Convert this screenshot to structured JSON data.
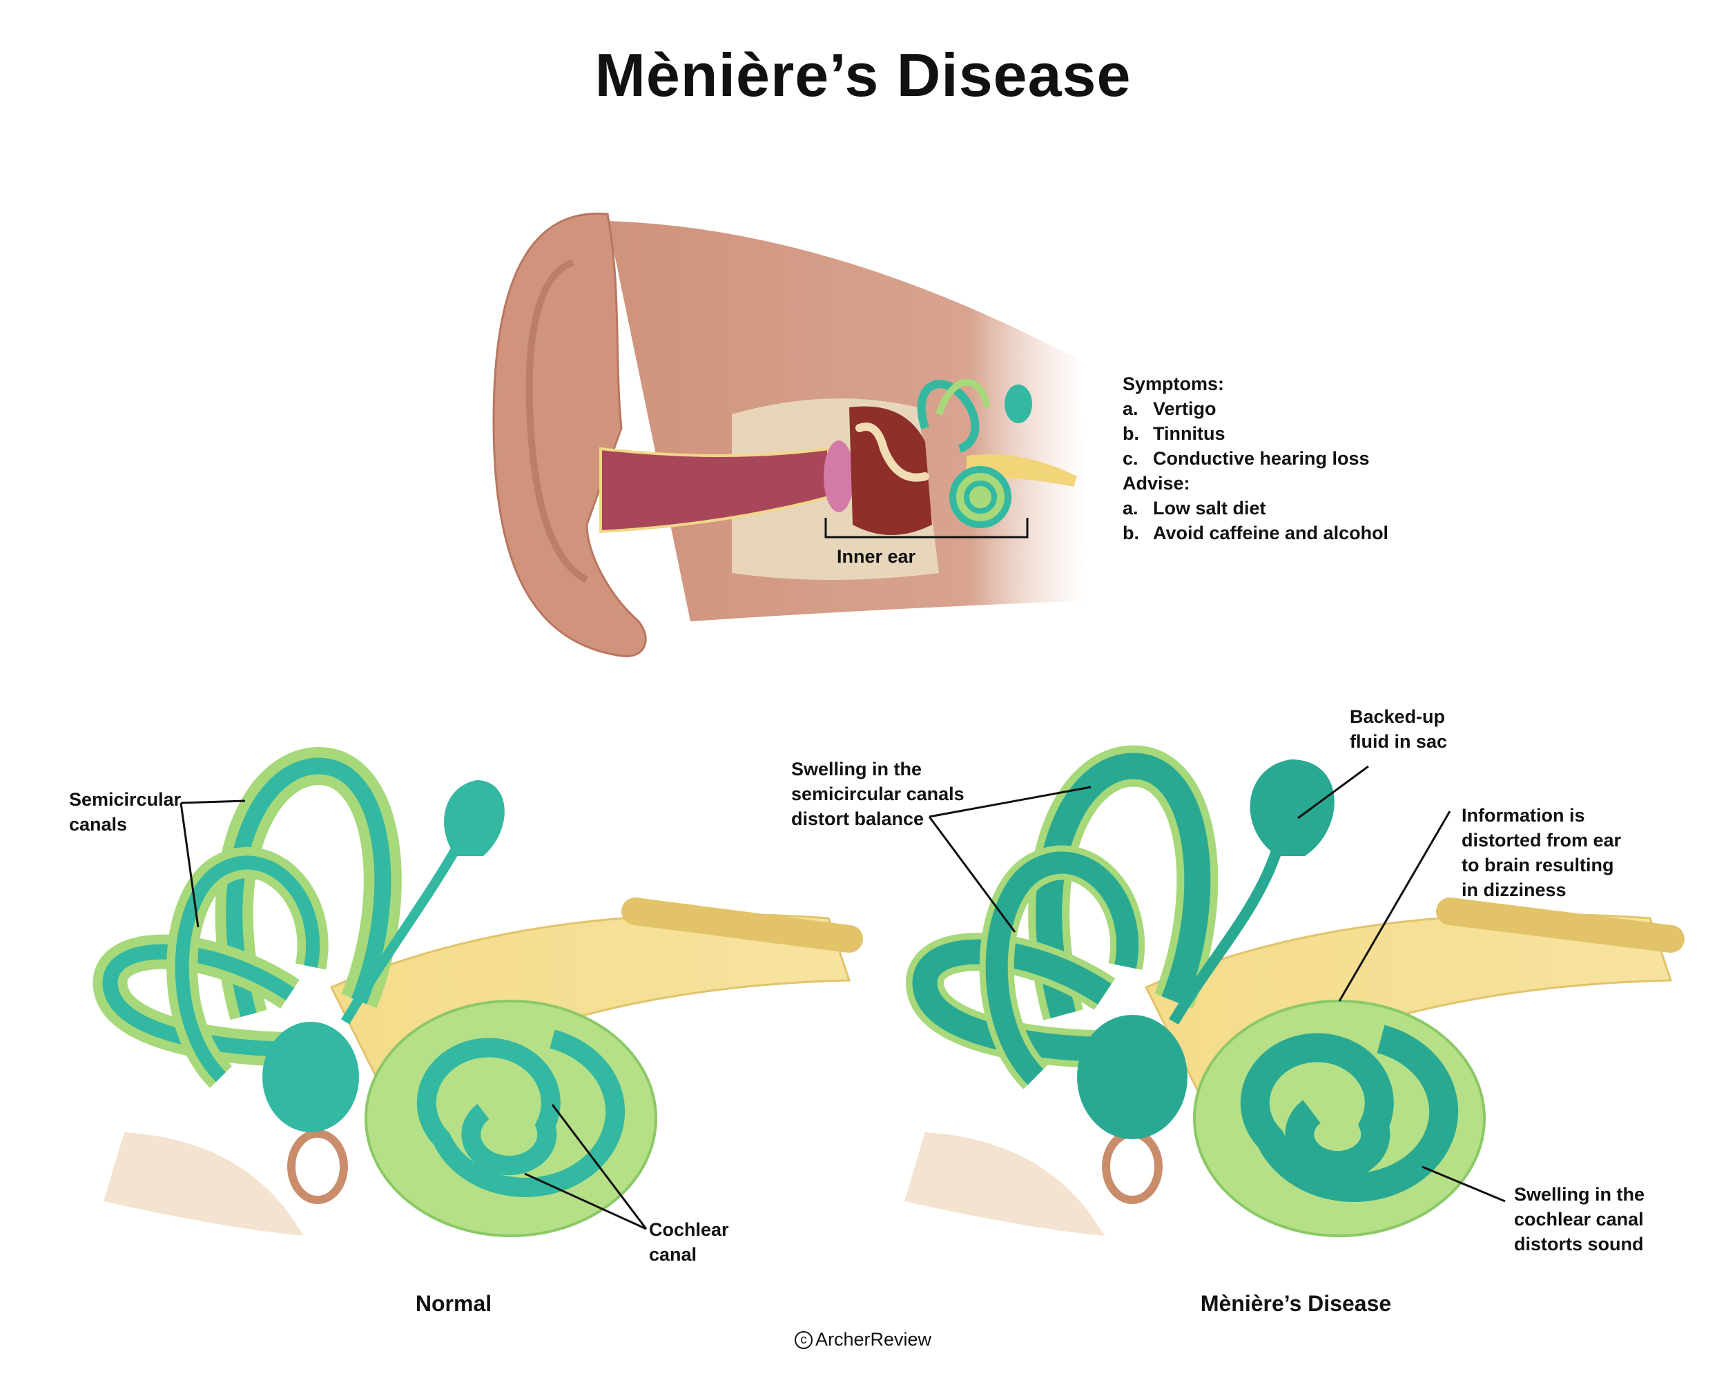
{
  "title": "Mènière’s Disease",
  "ear_label": "Inner ear",
  "notes": {
    "symptoms_heading": "Symptoms:",
    "symptoms": [
      {
        "marker": "a.",
        "text": "Vertigo"
      },
      {
        "marker": "b.",
        "text": "Tinnitus"
      },
      {
        "marker": "c.",
        "text": "Conductive hearing loss"
      }
    ],
    "advise_heading": "Advise:",
    "advise": [
      {
        "marker": "a.",
        "text": "Low salt diet"
      },
      {
        "marker": "b.",
        "text": "Avoid caffeine and alcohol"
      }
    ]
  },
  "normal": {
    "caption": "Normal",
    "semicircular_label": [
      "Semicircular",
      "canals"
    ],
    "cochlear_label": [
      "Cochlear",
      "canal"
    ]
  },
  "disease": {
    "caption": "Mènière’s Disease",
    "swelling_canals_label": [
      "Swelling in the",
      "semicircular canals",
      "distort balance"
    ],
    "fluid_label": [
      "Backed-up",
      "fluid in sac"
    ],
    "info_label": [
      "Information is",
      "distorted from ear",
      "to brain resulting",
      "in dizziness"
    ],
    "cochlear_swelling_label": [
      "Swelling in the",
      "cochlear canal",
      "distorts sound"
    ]
  },
  "copyright": {
    "symbol": "c",
    "text": "ArcherReview"
  },
  "colors": {
    "skin": "#d49a83",
    "canal": "#a8475a",
    "bone": "#e9dcc0",
    "duct_light": "#a7d87a",
    "duct_teal": "#33b8a1",
    "nerve": "#f2d479",
    "lines": "#111111"
  }
}
